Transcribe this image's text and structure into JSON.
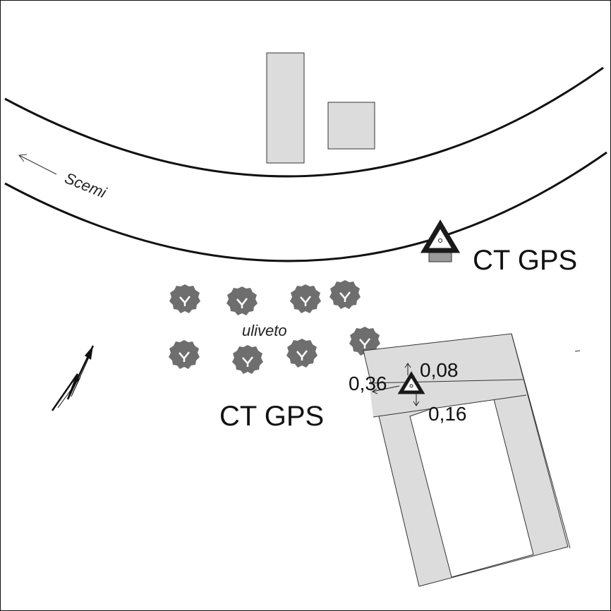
{
  "labels": {
    "road_direction": "Scemi",
    "olive_grove": "uliveto",
    "station_main": "CT GPS",
    "station_secondary": "CT GPS",
    "offset_top": "0,08",
    "offset_left": "0,36",
    "offset_bottom": "0,16"
  },
  "colors": {
    "building_fill": "#dcdcdc",
    "tree_fill": "#6e6e6e",
    "marker_stroke": "#1a1a1a",
    "pillar_fill": "#9a9a9a",
    "line": "#111111"
  },
  "icons": {
    "north_arrow": "north-arrow-icon",
    "station_marker": "triangle-marker-icon",
    "tree": "olive-tree-icon"
  }
}
